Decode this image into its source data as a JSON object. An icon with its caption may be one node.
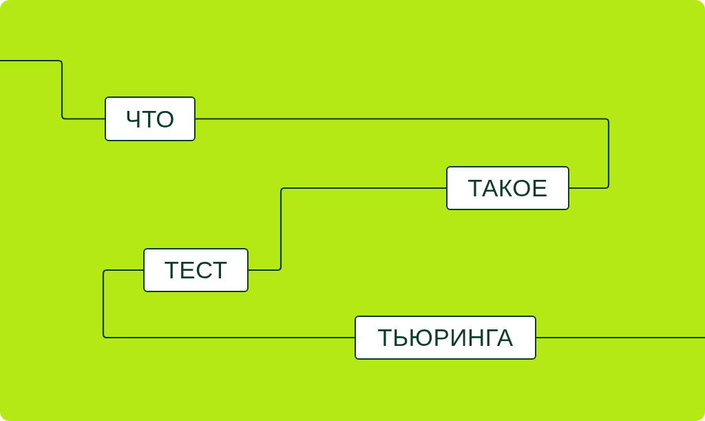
{
  "diagram": {
    "nodes": [
      {
        "text": [
          "ЧТО"
        ]
      },
      {
        "text": [
          "ТАКОЕ"
        ]
      },
      {
        "text": [
          "ТЕСТ"
        ]
      },
      {
        "text": [
          "ТЬЮРИНГА"
        ]
      }
    ],
    "edges": [
      {
        "from": null,
        "to": 0,
        "arrow": "none"
      },
      {
        "from": 0,
        "to": 1,
        "arrow": "none"
      },
      {
        "from": 1,
        "to": 2,
        "arrow": "none"
      },
      {
        "from": 2,
        "to": 3,
        "arrow": "none"
      },
      {
        "from": 3,
        "to": null,
        "arrow": "none"
      }
    ]
  }
}
